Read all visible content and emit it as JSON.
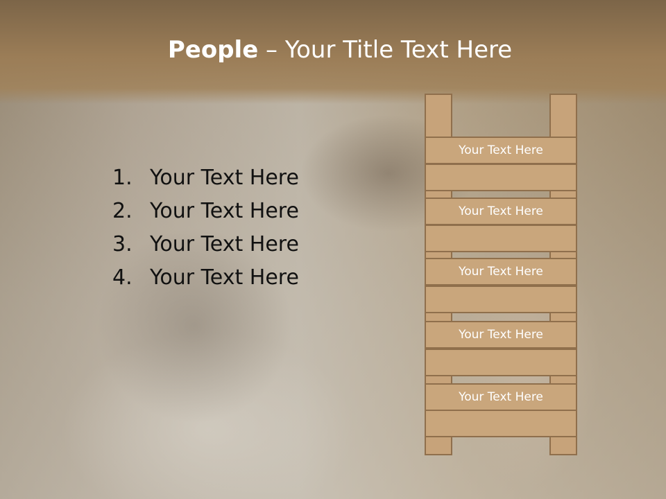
{
  "slide": {
    "title_strong": "People",
    "title_rest": " – Your Title Text Here"
  },
  "list": {
    "items": [
      {
        "number": "1.",
        "text": "Your Text Here"
      },
      {
        "number": "2.",
        "text": "Your Text Here"
      },
      {
        "number": "3.",
        "text": "Your Text Here"
      },
      {
        "number": "4.",
        "text": "Your Text Here"
      }
    ]
  },
  "ladder": {
    "rungs": [
      {
        "label": "Your Text Here"
      },
      {
        "label": "Your Text Here"
      },
      {
        "label": "Your Text Here"
      },
      {
        "label": "Your Text Here"
      },
      {
        "label": "Your Text Here"
      }
    ]
  },
  "colors": {
    "header": "#9b7d57",
    "ladder_fill": "#c9a67c",
    "ladder_border": "#8f6f4c",
    "title_text": "#ffffff",
    "list_text": "#111111"
  }
}
